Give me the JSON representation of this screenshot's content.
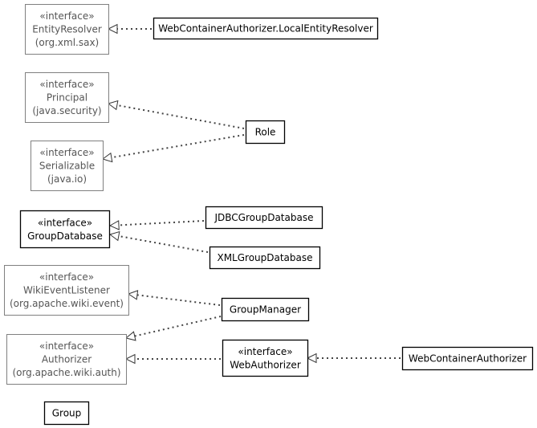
{
  "nodes": [
    {
      "id": "entity-resolver",
      "lines": [
        "«interface»",
        "EntityResolver",
        "(org.xml.sax)"
      ],
      "kind": "external"
    },
    {
      "id": "local-entity-resolver",
      "lines": [
        "WebContainerAuthorizer.LocalEntityResolver"
      ],
      "kind": "class"
    },
    {
      "id": "principal",
      "lines": [
        "«interface»",
        "Principal",
        "(java.security)"
      ],
      "kind": "external"
    },
    {
      "id": "role",
      "lines": [
        "Role"
      ],
      "kind": "class"
    },
    {
      "id": "serializable",
      "lines": [
        "«interface»",
        "Serializable",
        "(java.io)"
      ],
      "kind": "external"
    },
    {
      "id": "group-database",
      "lines": [
        "«interface»",
        "GroupDatabase"
      ],
      "kind": "interface"
    },
    {
      "id": "jdbc-group-database",
      "lines": [
        "JDBCGroupDatabase"
      ],
      "kind": "class"
    },
    {
      "id": "xml-group-database",
      "lines": [
        "XMLGroupDatabase"
      ],
      "kind": "class"
    },
    {
      "id": "wiki-event-listener",
      "lines": [
        "«interface»",
        "WikiEventListener",
        "(org.apache.wiki.event)"
      ],
      "kind": "external"
    },
    {
      "id": "group-manager",
      "lines": [
        "GroupManager"
      ],
      "kind": "class"
    },
    {
      "id": "authorizer",
      "lines": [
        "«interface»",
        "Authorizer",
        "(org.apache.wiki.auth)"
      ],
      "kind": "external"
    },
    {
      "id": "web-authorizer",
      "lines": [
        "«interface»",
        "WebAuthorizer"
      ],
      "kind": "interface"
    },
    {
      "id": "web-container-authorizer",
      "lines": [
        "WebContainerAuthorizer"
      ],
      "kind": "class"
    },
    {
      "id": "group",
      "lines": [
        "Group"
      ],
      "kind": "class"
    }
  ],
  "edges": [
    {
      "from": "local-entity-resolver",
      "to": "entity-resolver",
      "style": "dotted"
    },
    {
      "from": "role",
      "to": "principal",
      "style": "dotted"
    },
    {
      "from": "role",
      "to": "serializable",
      "style": "dotted"
    },
    {
      "from": "jdbc-group-database",
      "to": "group-database",
      "style": "dotted"
    },
    {
      "from": "xml-group-database",
      "to": "group-database",
      "style": "dotted"
    },
    {
      "from": "group-manager",
      "to": "wiki-event-listener",
      "style": "dotted"
    },
    {
      "from": "group-manager",
      "to": "authorizer",
      "style": "dotted"
    },
    {
      "from": "web-authorizer",
      "to": "authorizer",
      "style": "dotted"
    },
    {
      "from": "web-container-authorizer",
      "to": "web-authorizer",
      "style": "dotted"
    }
  ],
  "colors": {
    "external_border": "#808080",
    "external_text": "#555555",
    "internal_border": "#000000",
    "edge": "#444444"
  }
}
